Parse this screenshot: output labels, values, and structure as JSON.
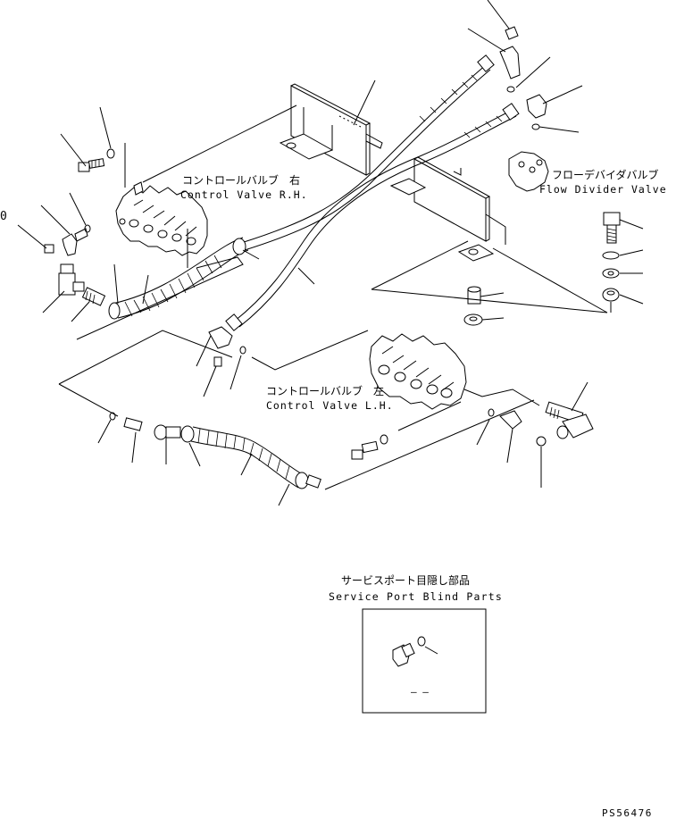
{
  "labels": {
    "control_valve_rh_jp": "コントロールバルブ　右",
    "control_valve_rh_en": "Control Valve R.H.",
    "flow_divider_jp": "フローデバイダバルブ",
    "flow_divider_en": "Flow Divider Valve",
    "control_valve_lh_jp": "コントロールバルブ　左",
    "control_valve_lh_en": "Control Valve L.H.",
    "service_port_jp": "サービスポート目隠し部品",
    "service_port_en": "Service Port Blind Parts",
    "drawing_number": "PS56476",
    "callout_zero": "0",
    "detail_dashes": "– –"
  }
}
